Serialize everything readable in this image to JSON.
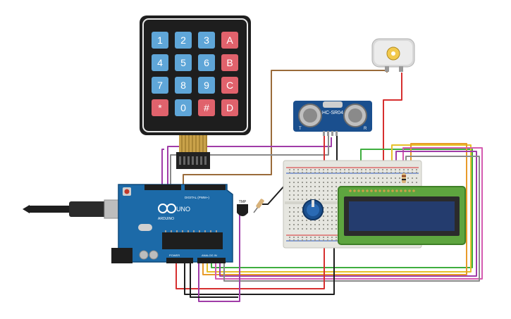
{
  "keypad": {
    "keys": [
      "1",
      "2",
      "3",
      "A",
      "4",
      "5",
      "6",
      "B",
      "7",
      "8",
      "9",
      "C",
      "*",
      "0",
      "#",
      "D"
    ]
  },
  "sensor": {
    "model": "HC-SR04",
    "left_mark": "T",
    "right_mark": "R"
  },
  "arduino": {
    "brand": "ARDUINO",
    "model": "UNO",
    "digital_label": "DIGITAL (PWM~)",
    "power_label": "POWER",
    "analog_label": "ANALOG IN"
  },
  "thermistor": {
    "label": "TMP"
  },
  "colors": {
    "keypad_body": "#1e1e1e",
    "key_blue": "#5fa6d8",
    "key_red": "#e0626c",
    "arduino_blue": "#1c6aa8",
    "breadboard": "#e6e6e0",
    "lcd_green": "#5ea53f",
    "lcd_screen": "#243c6e",
    "sensor_body": "#1a4f8e",
    "wire_red": "#d62f2f",
    "wire_black": "#1e1e1e",
    "wire_purple": "#a03ca8",
    "wire_green": "#3fae3f",
    "wire_yellow": "#e6c12a",
    "wire_orange": "#e89b2a",
    "wire_pink": "#d45bb0",
    "wire_brown": "#9a6b3a",
    "wire_gray": "#8a8a8a"
  }
}
